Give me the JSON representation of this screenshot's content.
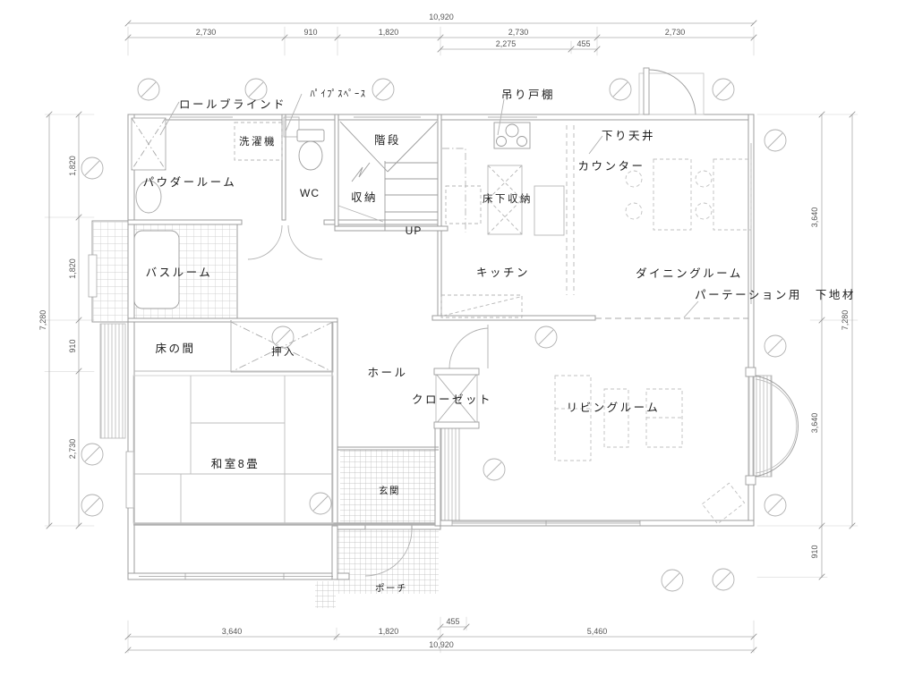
{
  "drawing": {
    "labels": {
      "roll_blind": "ロールブラインド",
      "pipe_space": "ﾊﾟｲﾌﾟｽﾍﾟｰｽ",
      "hanging_cupboard": "吊り戸棚",
      "laundry_machine": "洗濯機",
      "stairs": "階段",
      "lowered_ceiling": "下り天井",
      "counter": "カウンター",
      "powder_room": "パウダールーム",
      "wc": "WC",
      "storage": "収納",
      "underfloor_storage": "床下収納",
      "up": "UP",
      "bathroom": "バスルーム",
      "kitchen": "キッチン",
      "dining_room": "ダイニングルーム",
      "partition_base": "パーテーション用　下地材",
      "tokonoma": "床の間",
      "oshiire": "押入",
      "hall": "ホール",
      "closet": "クローゼット",
      "living_room": "リビングルーム",
      "washitsu": "和室8畳",
      "genkan": "玄関",
      "porch": "ポーチ"
    },
    "dims": {
      "top_total": "10,920",
      "top_1": "2,730",
      "top_2": "910",
      "top_3": "1,820",
      "top_4": "2,730",
      "top_5": "2,730",
      "top_sub_1": "2,275",
      "top_sub_2": "455",
      "bottom_total": "10,920",
      "bottom_1": "3,640",
      "bottom_2": "1,820",
      "bottom_3": "5,460",
      "bottom_sub": "455",
      "left_total": "7,280",
      "left_1": "1,820",
      "left_2": "1,820",
      "left_3": "910",
      "left_4": "2,730",
      "right_total": "7,280",
      "right_1": "3,640",
      "right_2": "3,640",
      "right_3": "910"
    },
    "colors": {
      "wall": "#9c9c9c",
      "fixture": "#b5b5b5",
      "dim_line": "#ababab",
      "dim_text": "#555555",
      "label_text": "#1c1c1c"
    }
  }
}
